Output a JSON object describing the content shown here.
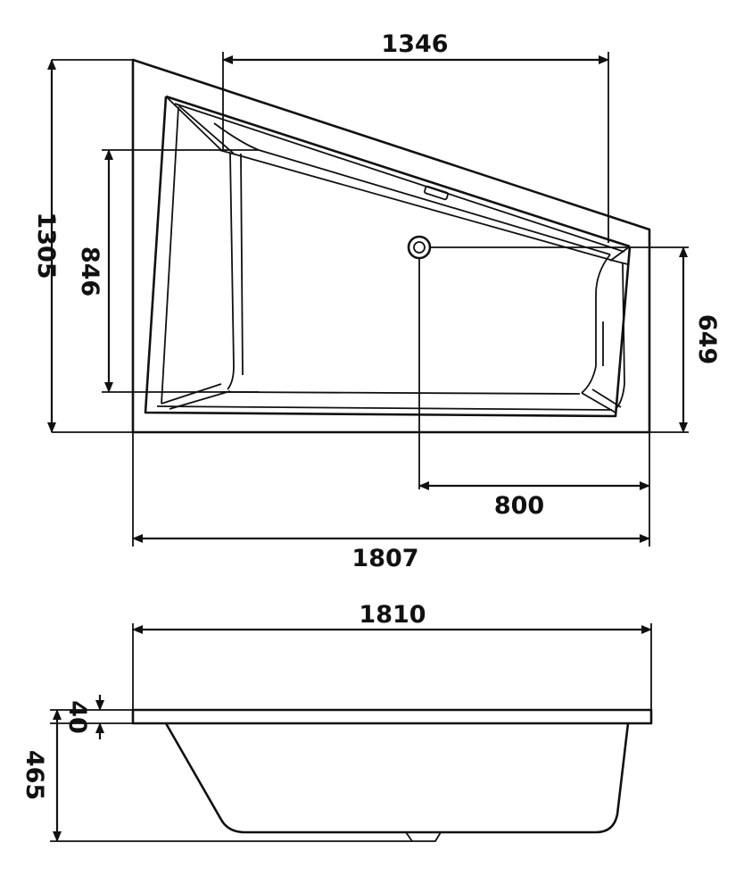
{
  "plan_view": {
    "dimensions": {
      "top_width": "1346",
      "total_height": "1305",
      "inner_height_left": "846",
      "inner_height_right": "649",
      "drain_offset": "800",
      "total_width": "1807"
    }
  },
  "side_view": {
    "dimensions": {
      "length": "1810",
      "rim_thickness": "40",
      "total_depth": "465"
    }
  },
  "colors": {
    "line": "#111111",
    "background": "#ffffff"
  }
}
